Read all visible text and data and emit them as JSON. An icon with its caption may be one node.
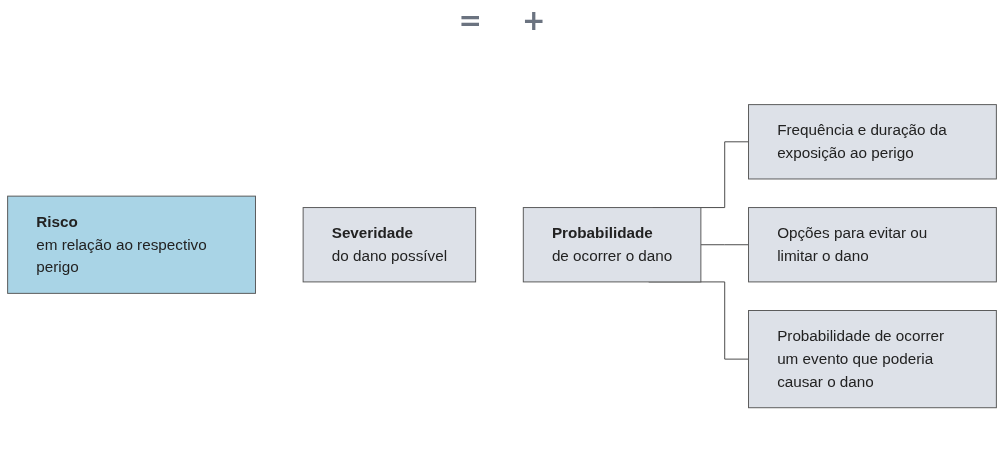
{
  "diagram": {
    "nodes": [
      {
        "text": [
          "Risco",
          "em relação ao respectivo perigo"
        ]
      },
      {
        "text": [
          "Severidade",
          "do dano possível"
        ]
      },
      {
        "text": [
          "Probabilidade",
          "de ocorrer o dano"
        ]
      },
      {
        "text": [
          "Frequência e duração da exposição ao perigo"
        ]
      },
      {
        "text": [
          "Opções para evitar ou limitar o dano"
        ]
      },
      {
        "text": [
          "Probabilidade de ocorrer um evento que poderia causar o dano"
        ]
      }
    ],
    "edges": [
      {
        "from": 2,
        "to": 3,
        "arrow": "none"
      },
      {
        "from": 2,
        "to": 4,
        "arrow": "none"
      },
      {
        "from": 2,
        "to": 5,
        "arrow": "none"
      }
    ],
    "labels": [
      "=",
      "+"
    ]
  }
}
